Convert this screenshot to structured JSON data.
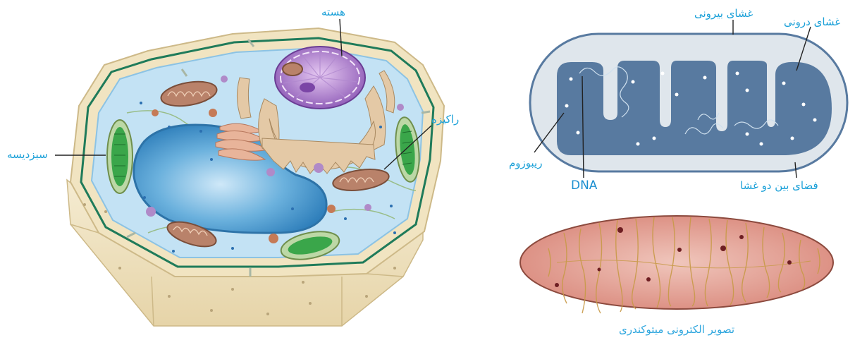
{
  "cell": {
    "labels": {
      "nucleus": "هسته",
      "mitochondrion": "راکیزه",
      "chloroplast": "سبزدیسه"
    }
  },
  "mito": {
    "labels": {
      "outer_membrane": "غشای بیرونی",
      "inner_membrane": "غشای درونی",
      "ribosome": "ریبوزوم",
      "dna": "DNA",
      "intermembrane_space": "فضای بین دو غشا"
    },
    "caption": "تصویر الکترونی میتوکندری"
  },
  "colors": {
    "label_text": "#1aa0d8",
    "cell_wall": "#efe3c4",
    "cytoplasm": "#bfe0f3",
    "vacuole": "#3d8fc9",
    "nucleus": "#9c6cc0",
    "chloroplast": "#3aa64a",
    "mito_outer": "#dfe6ec",
    "mito_matrix": "#587aa0",
    "em_tissue": "#e0a098"
  }
}
